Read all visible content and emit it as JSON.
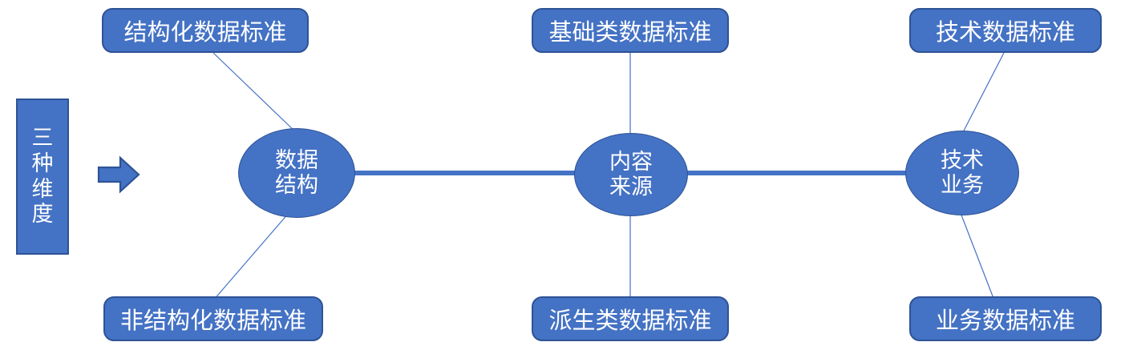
{
  "diagram": {
    "title_bar": {
      "text": "三种维度",
      "chars": [
        "三",
        "种",
        "维",
        "度"
      ]
    },
    "arrow": {
      "icon": "right-arrow-icon",
      "direction": "right"
    },
    "colors": {
      "fill": "#4472C4",
      "stroke": "#2E5395",
      "text": "#FFFFFF",
      "connector": "#4472C4",
      "background": "#FFFFFF"
    },
    "hubs": [
      {
        "id": "data-structure",
        "lines": [
          "数据",
          "结构"
        ],
        "text": "数据结构"
      },
      {
        "id": "content-source",
        "lines": [
          "内容",
          "来源"
        ],
        "text": "内容来源"
      },
      {
        "id": "tech-business",
        "lines": [
          "技术",
          "业务"
        ],
        "text": "技术业务"
      }
    ],
    "leaves": {
      "top": [
        {
          "id": "structured-data-standard",
          "label": "结构化数据标准"
        },
        {
          "id": "basic-data-standard",
          "label": "基础类数据标准"
        },
        {
          "id": "technical-data-standard",
          "label": "技术数据标准"
        }
      ],
      "bottom": [
        {
          "id": "unstructured-data-standard",
          "label": "非结构化数据标准"
        },
        {
          "id": "derived-data-standard",
          "label": "派生类数据标准"
        },
        {
          "id": "business-data-standard",
          "label": "业务数据标准"
        }
      ]
    }
  }
}
